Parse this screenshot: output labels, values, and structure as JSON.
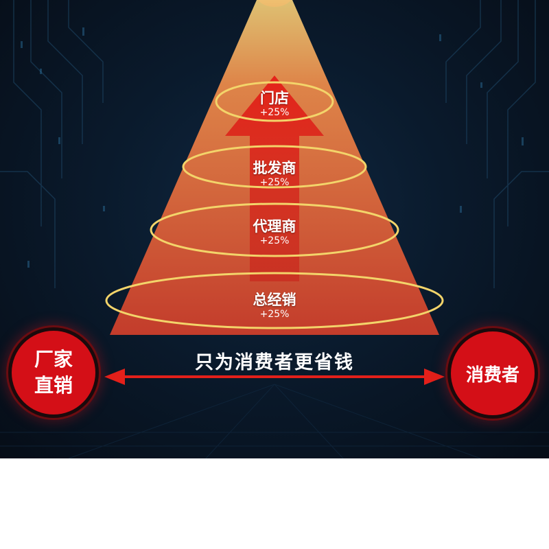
{
  "tiers": [
    {
      "name": "门店",
      "markup": "+25%"
    },
    {
      "name": "批发商",
      "markup": "+25%"
    },
    {
      "name": "代理商",
      "markup": "+25%"
    },
    {
      "name": "总经销",
      "markup": "+25%"
    }
  ],
  "manufacturer": {
    "line1": "厂家",
    "line2": "直销"
  },
  "consumer": {
    "label": "消费者"
  },
  "slogan": "只为消费者更省钱",
  "colors": {
    "accent_red": "#d40f17",
    "ring_gold": "#f3d46a",
    "background": "#0a1a2c"
  }
}
